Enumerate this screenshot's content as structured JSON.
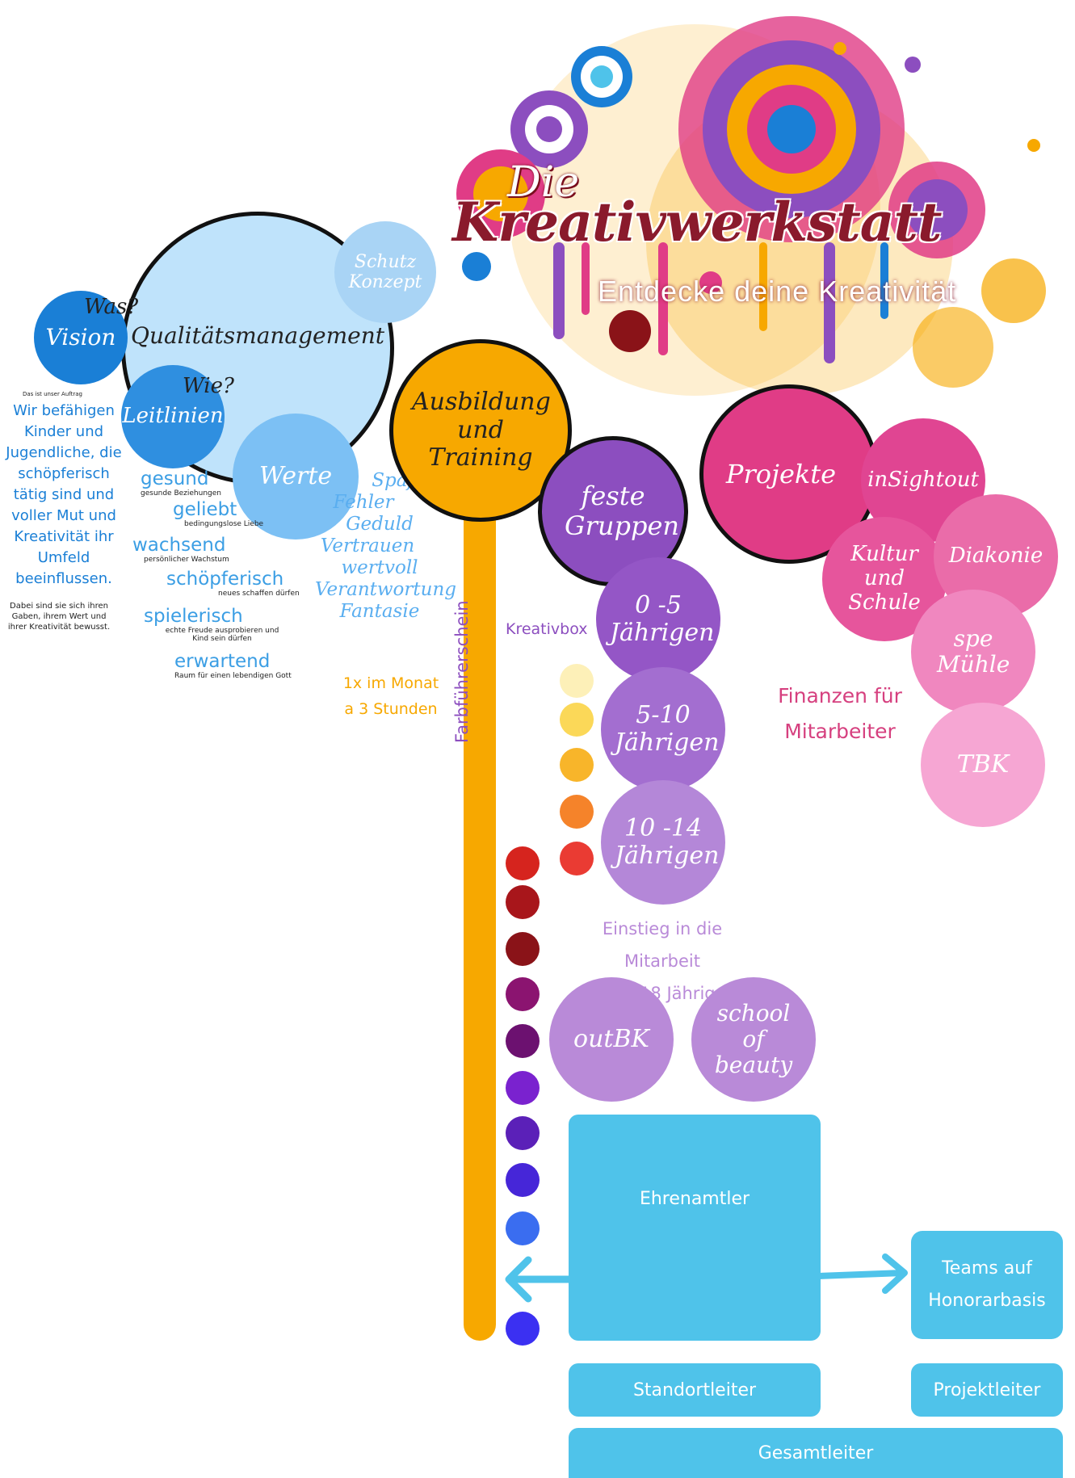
{
  "logo": {
    "die": "Die",
    "title": "Kreativwerkstatt",
    "tagline": "Entdecke deine Kreativität"
  },
  "quality": {
    "main": "Qualitätsmanagement",
    "schutz": "Schutz Konzept",
    "vision_q": "Was?",
    "vision": "Vision",
    "leit_q": "Wie?",
    "leitlinien": "Leitlinien",
    "werte": "Werte"
  },
  "mission": {
    "caption": "Das ist unser Auftrag",
    "text": "Wir befähigen Kinder und Jugendliche, die schöpferisch tätig sind und voller Mut und Kreativität ihr Umfeld beeinflussen.",
    "note": "Dabei sind sie sich ihren Gaben, ihrem Wert und ihrer Kreativität bewusst."
  },
  "leitlinien_items": [
    {
      "word": "gesund",
      "sub": "gesunde Beziehungen"
    },
    {
      "word": "geliebt",
      "sub": "bedingungslose Liebe"
    },
    {
      "word": "wachsend",
      "sub": "persönlicher Wachstum"
    },
    {
      "word": "schöpferisch",
      "sub": "neues schaffen dürfen"
    },
    {
      "word": "spielerisch",
      "sub": "echte Freude ausprobieren und Kind sein dürfen"
    },
    {
      "word": "erwartend",
      "sub": "Raum für einen lebendigen Gott"
    }
  ],
  "werte_items": [
    "Spaß",
    "Fehler",
    "Geduld",
    "Vertrauen",
    "wertvoll",
    "Verantwortung",
    "Fantasie"
  ],
  "training": {
    "label": "Ausbildung und Training",
    "schedule_1": "1x im Monat",
    "schedule_2": "a 3 Stunden",
    "farb": "Farbführerschein"
  },
  "groups": {
    "feste": "feste Gruppen",
    "kreativbox": "Kreativbox",
    "g1": "0 -5 Jährigen",
    "g2": "5-10 Jährigen",
    "g3": "10 -14 Jährigen",
    "einstieg_1": "Einstieg in die Mitarbeit",
    "einstieg_2": "15 – 18 Jährige",
    "outbk": "outBK",
    "school": "school of beauty"
  },
  "projects": {
    "main": "Projekte",
    "insightout": "inSightout",
    "kultur": "Kultur und Schule",
    "diakonie": "Diakonie",
    "spe": "spe Mühle",
    "tbk": "TBK",
    "finanzen_1": "Finanzen für",
    "finanzen_2": "Mitarbeiter"
  },
  "org": {
    "ehrenamtler": "Ehrenamtler",
    "teams_1": "Teams auf",
    "teams_2": "Honorarbasis",
    "standortleiter": "Standortleiter",
    "projektleiter": "Projektleiter",
    "gesamtleiter": "Gesamtleiter"
  },
  "colors": {
    "light_blue": "#bfe3fb",
    "blue": "#1a7fd6",
    "mid_blue": "#72bdf4",
    "orange": "#f7a800",
    "purple": "#8c4ebf",
    "lavender": "#b98ad8",
    "magenta": "#e03c86",
    "pink": "#f291c4",
    "cyan": "#4fc3ea",
    "text_blue": "#3b9ee4",
    "text_purple": "#8c4ebf",
    "text_pink": "#d6407f"
  },
  "dots_colors": [
    "#fdf0b8",
    "#fbd858",
    "#f8b52a",
    "#f5832a",
    "#ea3b33",
    "#d6241e",
    "#a8161b",
    "#8a1318",
    "#8b1470",
    "#6c1170",
    "#7a22cf",
    "#5b20b8",
    "#4626d8",
    "#3a6df0",
    "#3b30f2"
  ]
}
